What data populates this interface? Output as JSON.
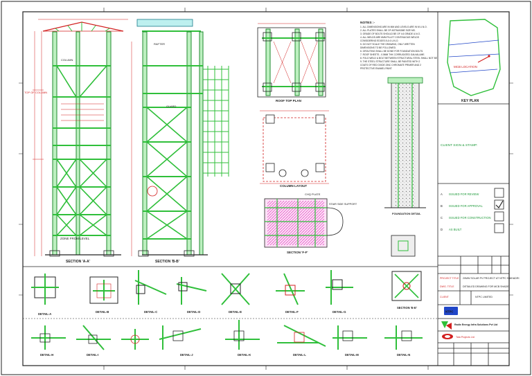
{
  "top_labels": [
    "SECTION 'A-A'",
    "SECTION 'B-B'"
  ],
  "plans": {
    "roof_top_plan": "ROOF TOP PLAN",
    "column_layout": "COLUMN LAYOUT",
    "section_ff": "SECTION 'F-F'",
    "chequered_plate": "CHQ PLATE",
    "stair_support": "STAIR SIDE SUPPORT",
    "foundation_detail": "FOUNDATION DETAIL",
    "rafter": "RAFTER",
    "column": "COLUMN",
    "guard": "GUARD"
  },
  "notes": {
    "title": "NOTES :-",
    "lines": [
      "1. ALL DIMENSIONS ARE IN MM AND LEVELS ARE IN M U.N.O.",
      "2. ALL PLATES SHALL BE OF ASTM/ASME SIZE MS.",
      "3. GRADE OF BOLTS SHOULD BE OF 4.6 GRADE U.N.O.",
      "4. ALL WELDS ARE 6MM FILLET CONTINUOUS WELDS",
      "   CONSIDERING EDGES 8 & 6 U.N.O.",
      "5. DO NOT SCALE THE DRAWING, ONLY WRITTEN",
      "   DIMENSIONS TO BE FOLLOWED.",
      "6. GROUTING SHALL BE DONE FOR FOUNDATION BOLTS.",
      "7. ROOF SHEETS - 0.5MM THK CORRUGATED GALVALUME.",
      "8. FOLD WELD & BOLT BETWEEN STRUCTURAL STEEL SHALL NOT BE",
      "9. THE STEEL STRUCTURE SHALL BE PAINTED WITH 2",
      "   COATS OF RED OXIDE ZINC CHROMATE PRIMER AND 2",
      "   PROTECTIVE ENAMEL PAINT."
    ]
  },
  "key_plan": {
    "location_label": "MCB LOCATION",
    "title": "KEY PLAN"
  },
  "client_sign": "CLIENT SIGN & STAMP:",
  "status_rows": [
    {
      "code": "A",
      "label": "ISSUED FOR REVIEW",
      "checked": false
    },
    {
      "code": "B",
      "label": "ISSUED FOR APPROVAL",
      "checked": true
    },
    {
      "code": "C",
      "label": "ISSUED FOR CONSTRUCTION",
      "checked": false
    },
    {
      "code": "D",
      "label": "AS BUILT",
      "checked": false
    }
  ],
  "title_block": {
    "project_label": "PROJECT TITLE",
    "project_value": "20MW SOLAR PV PROJECT AT NTPC SIMHADRI",
    "dwg_label": "DWG. TITLE",
    "dwg_value": "DETAILED DRAWING FOR MCB SHADE",
    "client_label": "CLIENT",
    "client_value": "NTPC LIMITED",
    "client_logo": "NTPC",
    "company1": "Radix Energy Infra Solutions Pvt Ltd",
    "company2": "Tata Projects Ltd"
  },
  "details_row1": [
    "DETAIL-A",
    "DETAIL-B",
    "DETAIL-C",
    "DETAIL-D",
    "DETAIL-E",
    "DETAIL-F",
    "DETAIL-G",
    "SECTION 'E-E'"
  ],
  "details_row2": [
    "DETAIL-H",
    "DETAIL-I",
    "DETAIL-J",
    "DETAIL-K",
    "DETAIL-L",
    "DETAIL-M",
    "DETAIL-N"
  ],
  "colors": {
    "steel": "#2fbf3a",
    "dim": "#d21f1f",
    "line": "#1a1a1a",
    "bolt": "#2046c8",
    "hatch": "#e040c0"
  }
}
